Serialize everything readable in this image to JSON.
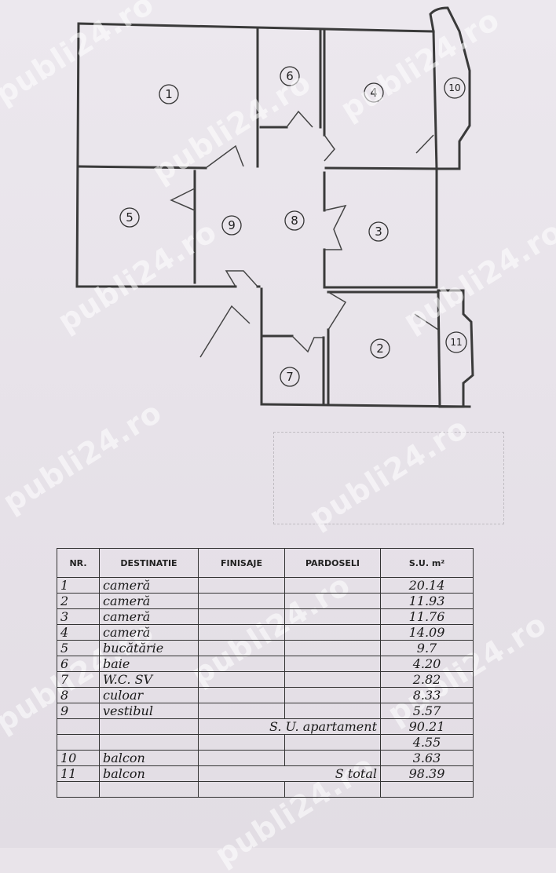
{
  "plan": {
    "rooms": [
      {
        "id": "room-1",
        "label": "1"
      },
      {
        "id": "room-2",
        "label": "2"
      },
      {
        "id": "room-3",
        "label": "3"
      },
      {
        "id": "room-4",
        "label": "4"
      },
      {
        "id": "room-5",
        "label": "5"
      },
      {
        "id": "room-6",
        "label": "6"
      },
      {
        "id": "room-7",
        "label": "7"
      },
      {
        "id": "room-8",
        "label": "8"
      },
      {
        "id": "room-9",
        "label": "9"
      },
      {
        "id": "room-10",
        "label": "10"
      },
      {
        "id": "room-11",
        "label": "11"
      }
    ]
  },
  "watermark": "publi24.ro",
  "table": {
    "headers": {
      "nr": "NR.",
      "destinatie": "DESTINATIE",
      "finisaje": "FINISAJE",
      "pardoseli": "PARDOSELI",
      "su": "S.U. m²"
    },
    "rows": [
      {
        "nr": "1",
        "destinatie": "cameră",
        "su": "20.14"
      },
      {
        "nr": "2",
        "destinatie": "cameră",
        "su": "11.93"
      },
      {
        "nr": "3",
        "destinatie": "cameră",
        "su": "11.76"
      },
      {
        "nr": "4",
        "destinatie": "cameră",
        "su": "14.09"
      },
      {
        "nr": "5",
        "destinatie": "bucătărie",
        "su": "9.7"
      },
      {
        "nr": "6",
        "destinatie": "baie",
        "su": "4.20"
      },
      {
        "nr": "7",
        "destinatie": "W.C. SV",
        "su": "2.82"
      },
      {
        "nr": "8",
        "destinatie": "culoar",
        "su": "8.33"
      },
      {
        "nr": "9",
        "destinatie": "vestibul",
        "su": "5.57"
      }
    ],
    "summary_label": "S. U. apartament",
    "summary_value": "90.21",
    "extra_value": "4.55",
    "balcony_rows": [
      {
        "nr": "10",
        "destinatie": "balcon",
        "su": "3.63"
      },
      {
        "nr": "11",
        "destinatie": "balcon",
        "su": ""
      }
    ],
    "total_label": "S total",
    "total_value": "98.39"
  }
}
